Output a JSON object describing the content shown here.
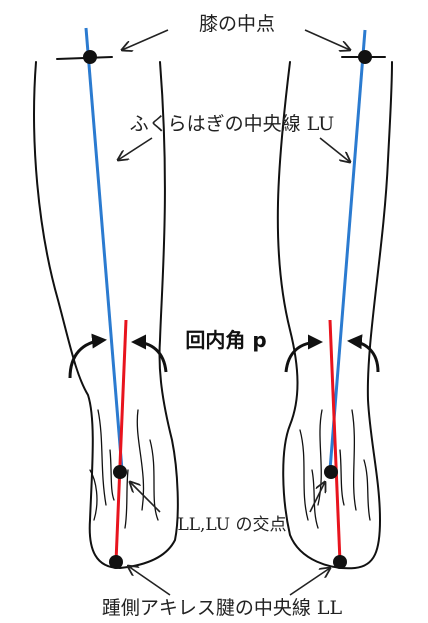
{
  "labels": {
    "knee_midpoint": "膝の中点",
    "calf_centerline": "ふくらはぎの中央線 LU",
    "pronation_angle": "回内角 p",
    "intersection": "LL,LU の交点",
    "heel_achilles_centerline": "踵側アキレス腱の中央線 LL"
  },
  "colors": {
    "calf_line": "#2b7bd0",
    "achilles_line": "#e8141e",
    "outline": "#111111"
  }
}
